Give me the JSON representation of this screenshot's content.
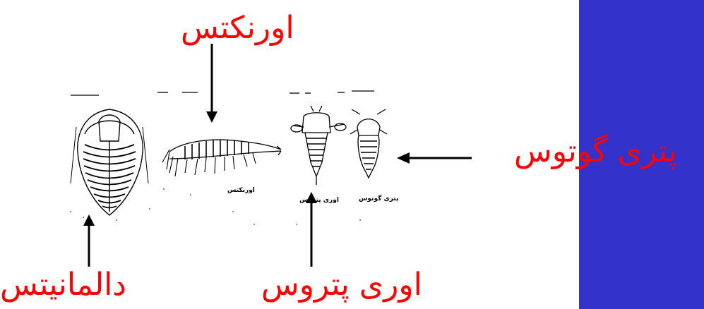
{
  "labels": {
    "top": "اورنکتس",
    "right": "پتری گوتوس",
    "bottom_left": "دالمانیتس",
    "bottom_middle": "اوری پتروس"
  },
  "captions": {
    "shrimp": "اورنکتس",
    "left_scorpion": "اوری پتروس",
    "right_scorpion": "پتری گوتوس"
  },
  "colors": {
    "label_text": "#ff0000",
    "side_bar": "#3333cc",
    "drawing": "#000000"
  }
}
